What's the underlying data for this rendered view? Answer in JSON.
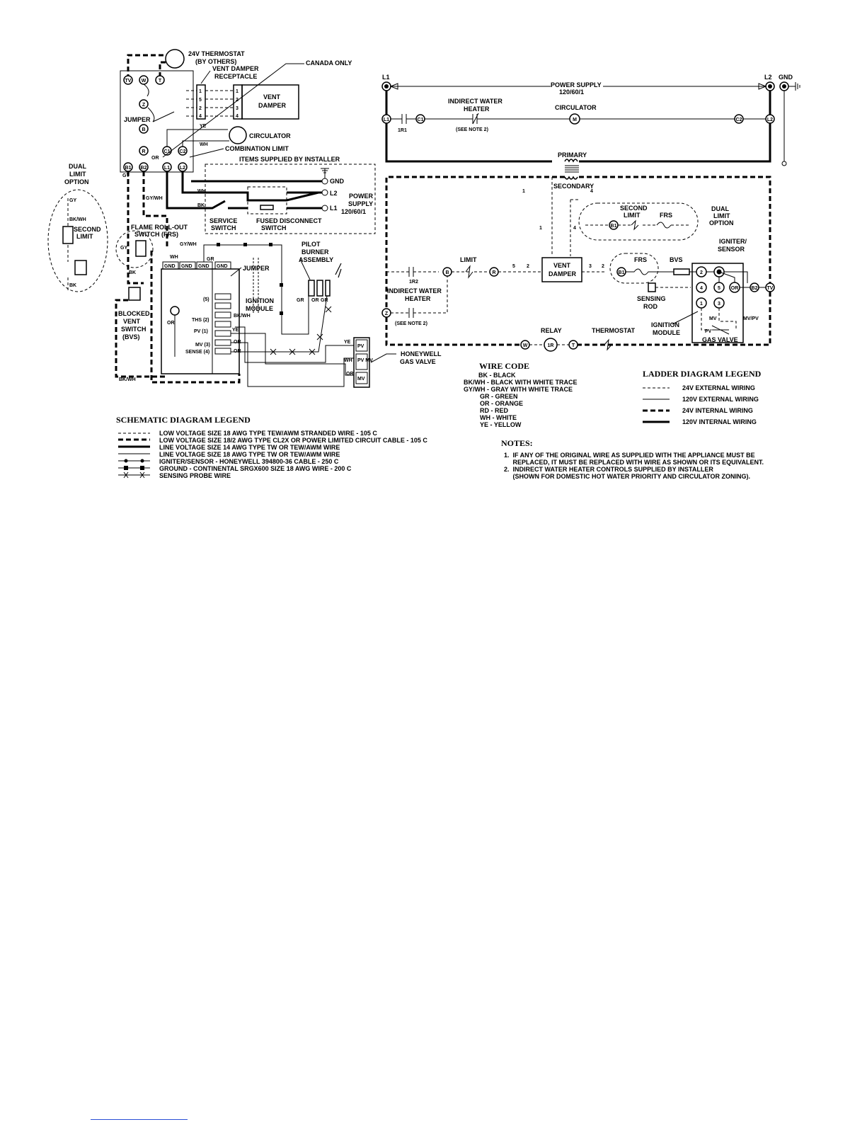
{
  "schematic": {
    "thermostat": [
      "24V THERMOSTAT",
      "(BY OTHERS)"
    ],
    "canada_only": "CANADA ONLY",
    "vent_damper_receptacle": [
      "VENT DAMPER",
      "RECEPTACLE"
    ],
    "vent_damper": [
      "VENT",
      "DAMPER"
    ],
    "jumper": "JUMPER",
    "circulator": "CIRCULATOR",
    "combination_limit": "COMBINATION LIMIT",
    "items_supplied": "ITEMS SUPPLIED BY INSTALLER",
    "power_supply": [
      "POWER",
      "SUPPLY",
      "120/60/1"
    ],
    "gnd": "GND",
    "l2": "L2",
    "l1": "L1",
    "service_switch": [
      "SERVICE",
      "SWITCH"
    ],
    "fused_disconnect": [
      "FUSED DISCONNECT",
      "SWITCH"
    ],
    "dual_limit_option": [
      "DUAL",
      "LIMIT",
      "OPTION"
    ],
    "second_limit": [
      "SECOND",
      "LIMIT"
    ],
    "frs": [
      "FLAME ROLL-OUT",
      "SWITCH (FRS)"
    ],
    "blocked_vent": [
      "BLOCKED",
      "VENT",
      "SWITCH",
      "(BVS)"
    ],
    "pilot_burner": [
      "PILOT",
      "BURNER",
      "ASSEMBLY"
    ],
    "ignition_module": [
      "IGNITION",
      "MODULE"
    ],
    "module_pins": [
      "(5)",
      "THS (2)",
      "PV (1)",
      "MV (3)",
      "SENSE (4)"
    ],
    "honeywell_gas_valve": [
      "HONEYWELL",
      "GAS VALVE"
    ],
    "terminals": [
      "TV",
      "W",
      "T",
      "Z",
      "B",
      "R",
      "C1",
      "C2",
      "B1",
      "B2",
      "L1",
      "L2"
    ],
    "damper_pins": [
      "1",
      "5",
      "2",
      "4"
    ],
    "wire_codes": [
      "GY",
      "BK/WH",
      "BK",
      "GY/WH",
      "WH",
      "YE",
      "OR",
      "GR",
      "BK/WH"
    ],
    "gv_pins": [
      "PV",
      "PV MV",
      "MV"
    ],
    "block_headers": [
      "GND",
      "GND",
      "GND",
      "GND"
    ]
  },
  "ladder": {
    "l1": "L1",
    "l2": "L2",
    "gnd": "GND",
    "power_supply": [
      "POWER SUPPLY",
      "120/60/1"
    ],
    "indirect_water_heater": [
      "INDIRECT WATER",
      "HEATER"
    ],
    "see_note": "(SEE NOTE 2)",
    "circulator": "CIRCULATOR",
    "primary": "PRIMARY",
    "secondary": "SECONDARY",
    "second_limit": [
      "SECOND",
      "LIMIT"
    ],
    "frs": "FRS",
    "dual_limit_option": [
      "DUAL",
      "LIMIT",
      "OPTION"
    ],
    "limit": "LIMIT",
    "vent_damper": [
      "VENT",
      "DAMPER"
    ],
    "bvs": "BVS",
    "igniter_sensor": [
      "IGNITER/",
      "SENSOR"
    ],
    "sensing_rod": [
      "SENSING",
      "ROD"
    ],
    "ignition_module": [
      "IGNITION",
      "MODULE"
    ],
    "gas_valve": "GAS VALVE",
    "relay": "RELAY",
    "thermostat": "THERMOSTAT",
    "contacts": [
      "1R1",
      "1R2"
    ],
    "terminals": [
      "L1",
      "C1",
      "M",
      "C2",
      "L2",
      "B",
      "R",
      "Z",
      "B1",
      "B2",
      "TV",
      "W",
      "1R",
      "T"
    ],
    "module_pins": [
      "2",
      "4",
      "5",
      "OR",
      "1",
      "3"
    ],
    "gv_labels": [
      "MV",
      "MV/PV",
      "PV"
    ],
    "conn_nums": [
      "1",
      "1",
      "4",
      "4",
      "5",
      "2",
      "3",
      "2"
    ]
  },
  "wire_code": {
    "title": "WIRE CODE",
    "entries": [
      "BK  -  BLACK",
      "BK/WH  -  BLACK WITH WHITE TRACE",
      "GY/WH  -  GRAY WITH WHITE TRACE",
      "GR  -  GREEN",
      "OR  -  ORANGE",
      "RD  -  RED",
      "WH  -  WHITE",
      "YE  -  YELLOW"
    ]
  },
  "ladder_legend": {
    "title": "LADDER DIAGRAM LEGEND",
    "items": [
      "24V EXTERNAL WIRING",
      "120V EXTERNAL WIRING",
      "24V INTERNAL WIRING",
      "120V INTERNAL WIRING"
    ]
  },
  "schematic_legend": {
    "title": "SCHEMATIC DIAGRAM LEGEND",
    "items": [
      "LOW VOLTAGE SIZE 18 AWG TYPE TEW/AWM STRANDED WIRE  -  105 C",
      "LOW VOLTAGE SIZE 18/2 AWG TYPE CL2X OR POWER LIMITED CIRCUIT CABLE  -  105 C",
      "LINE VOLTAGE SIZE 14 AWG TYPE TW OR TEW/AWM WIRE",
      "LINE VOLTAGE SIZE 18 AWG TYPE TW OR TEW/AWM WIRE",
      "IGNITER/SENSOR  -  HONEYWELL 394800-36 CABLE  -  250 C",
      "GROUND  -  CONTINENTAL SRGX600 SIZE 18 AWG WIRE  -  200 C",
      "SENSING PROBE WIRE"
    ]
  },
  "notes": {
    "title": "NOTES:",
    "items": [
      "1.  IF ANY OF THE ORIGINAL WIRE AS SUPPLIED WITH THE APPLIANCE MUST BE",
      "     REPLACED, IT MUST BE REPLACED WITH WIRE AS SHOWN OR ITS EQUIVALENT.",
      "2.  INDIRECT WATER HEATER CONTROLS SUPPLIED BY INSTALLER",
      "     (SHOWN FOR DOMESTIC HOT WATER PRIORITY AND CIRCULATOR ZONING)."
    ]
  }
}
